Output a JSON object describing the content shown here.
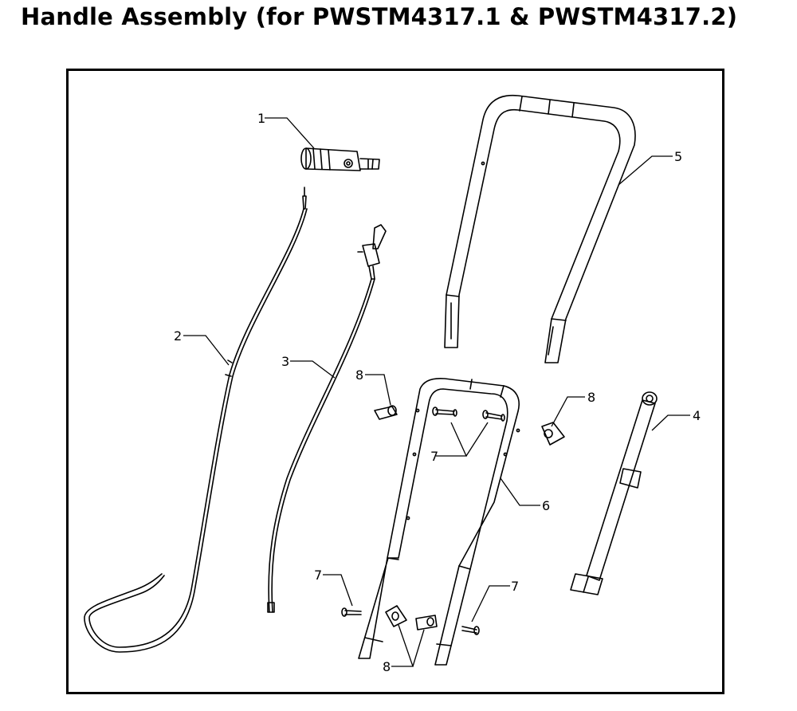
{
  "title": "Handle Assembly (for PWSTM4317.1 & PWSTM4317.2)",
  "callouts": {
    "c1": "1",
    "c2": "2",
    "c3": "3",
    "c4": "4",
    "c5": "5",
    "c6": "6",
    "c7a": "7",
    "c7b": "7",
    "c7c": "7",
    "c8a": "8",
    "c8b": "8",
    "c8c": "8"
  }
}
